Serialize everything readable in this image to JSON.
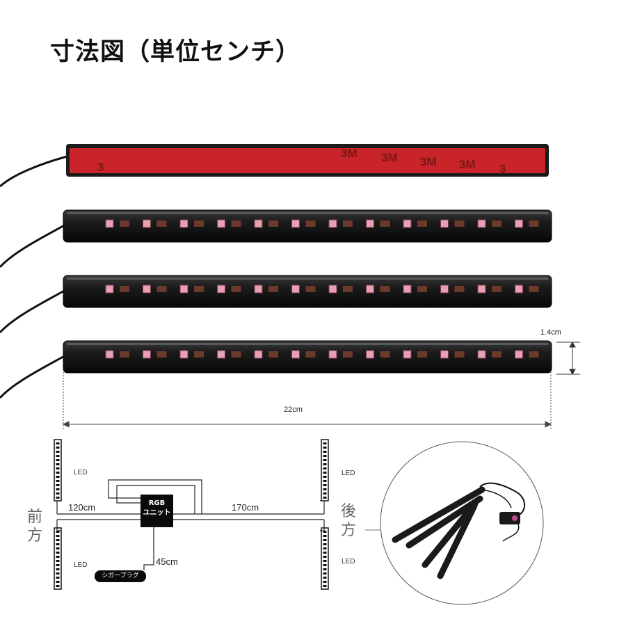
{
  "title": "寸法図（単位センチ）",
  "dimensions": {
    "height": "1.4cm",
    "length": "22cm"
  },
  "strip_backing_text": "3M",
  "wiring": {
    "front_label": "前方",
    "rear_label": "後方",
    "led_label": "LED",
    "unit_line1": "RGB",
    "unit_line2": "ユニット",
    "cable_front": "120cm",
    "cable_rear": "170cm",
    "cable_plug": "45cm",
    "plug_label": "シガープラグ"
  },
  "colors": {
    "tape_red": "#c8242a",
    "strip_black": "#111111",
    "led_rgb": "#d85a70"
  }
}
